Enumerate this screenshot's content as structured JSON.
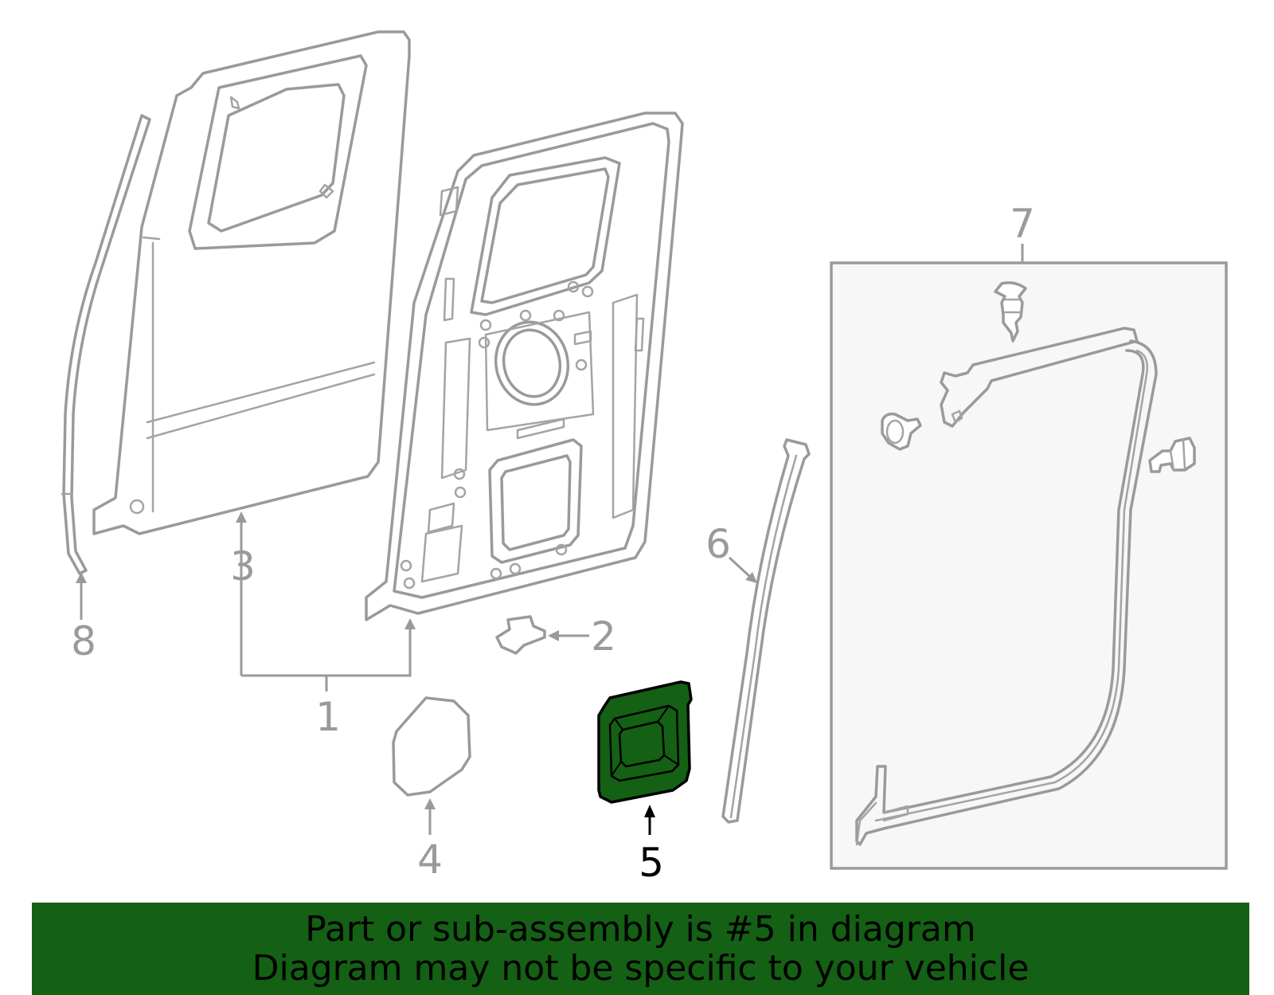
{
  "banner": {
    "line1": "Part or sub-assembly is #5 in diagram",
    "line2": "Diagram may not be specific to your vehicle",
    "color": "#146014"
  },
  "highlight_color": "#146014",
  "callouts": [
    {
      "id": "1",
      "label": "1"
    },
    {
      "id": "2",
      "label": "2"
    },
    {
      "id": "3",
      "label": "3"
    },
    {
      "id": "4",
      "label": "4"
    },
    {
      "id": "5",
      "label": "5",
      "highlighted": true
    },
    {
      "id": "6",
      "label": "6"
    },
    {
      "id": "7",
      "label": "7"
    },
    {
      "id": "8",
      "label": "8"
    }
  ]
}
